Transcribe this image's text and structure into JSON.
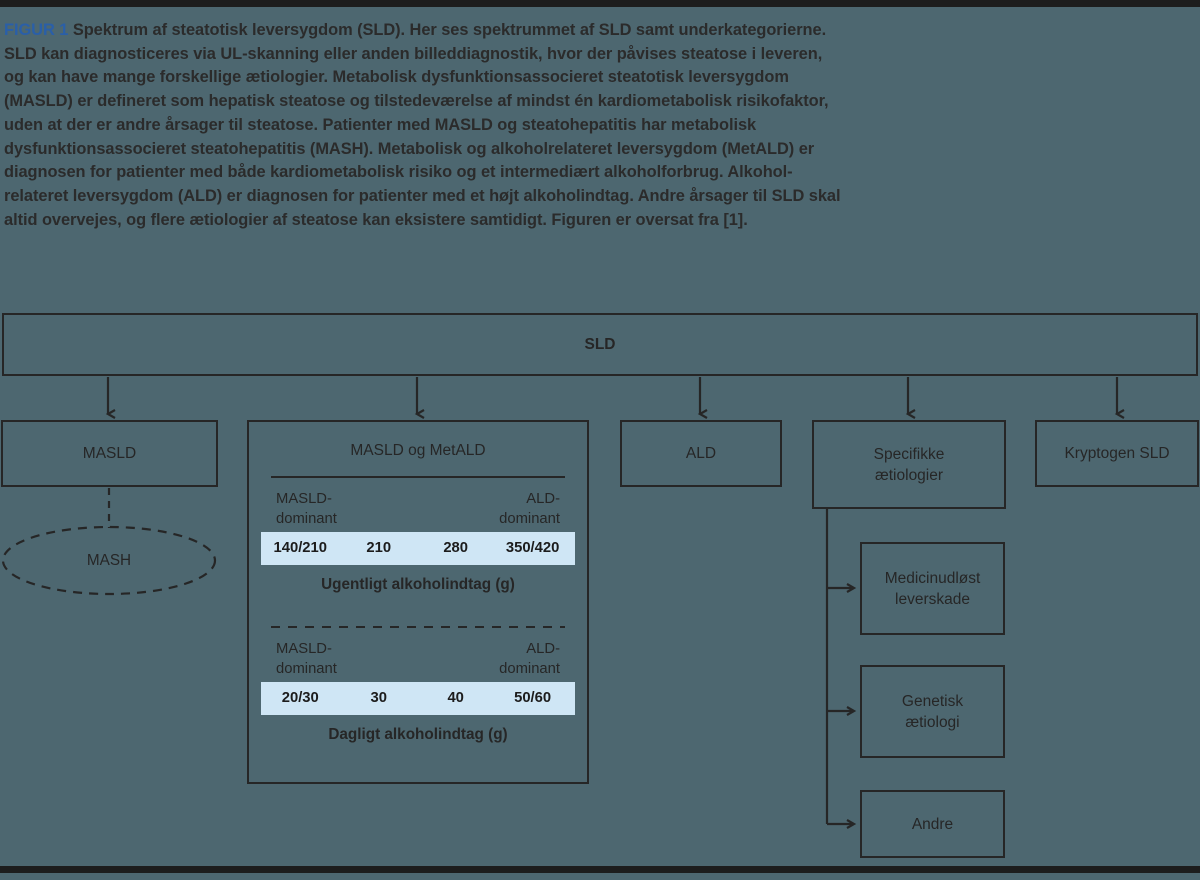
{
  "caption": {
    "figure_label": "FIGUR 1",
    "text": " Spektrum af steatotisk leversygdom (SLD). Her ses spektrummet af SLD samt underkategorierne. SLD kan diagnosticeres via UL-skanning eller anden billeddiagnostik, hvor der påvises steatose i leveren, og kan have mange forskellige ætiologier. Metabolisk dysfunktionsassocieret steatotisk leversygdom (MASLD) er defineret som hepatisk steatose og tilstedeværelse af mindst én kardiometabolisk risikofaktor, uden at der er andre årsager til steatose. Patienter med MASLD og steatohepatitis har metabolisk dysfunktionsassocieret steatohepatitis (MASH). Metabolisk og alkoholrelateret leversygdom (MetALD) er diagnosen for patienter med både kardiometabolisk risiko og et intermediært alkoholforbrug. Alkohol-relateret leversygdom (ALD) er diagnosen for patienter med et højt alkoholindtag. Andre årsager til SLD skal altid overvejes, og flere ætiologier af steatose kan eksistere samtidigt. Figuren er oversat fra [1]."
  },
  "diagram": {
    "root": {
      "label": "SLD"
    },
    "branches": {
      "masld": {
        "label": "MASLD"
      },
      "mash": {
        "label": "MASH"
      },
      "metald": {
        "label": "MASLD og MetALD"
      },
      "ald": {
        "label": "ALD"
      },
      "specific": {
        "label": "Specifikke\nætiologier",
        "line1": "Specifikke",
        "line2": "ætiologier"
      },
      "cryptogenic": {
        "label": "Kryptogen SLD"
      }
    },
    "specific_children": [
      {
        "line1": "Medicinudløst",
        "line2": "leverskade"
      },
      {
        "line1": "Genetisk",
        "line2": "ætiologi"
      },
      {
        "line1": "Andre",
        "line2": ""
      }
    ],
    "scales": [
      {
        "left_end_line1": "MASLD-",
        "left_end_line2": "dominant",
        "right_end_line1": "ALD-",
        "right_end_line2": "dominant",
        "ticks": [
          "140/210",
          "210",
          "280",
          "350/420"
        ],
        "caption": "Ugentligt alkoholindtag (g)"
      },
      {
        "left_end_line1": "MASLD-",
        "left_end_line2": "dominant",
        "right_end_line1": "ALD-",
        "right_end_line2": "dominant",
        "ticks": [
          "20/30",
          "30",
          "40",
          "50/60"
        ],
        "caption": "Dagligt alkoholindtag (g)"
      }
    ]
  },
  "colors": {
    "background": "#4d6770",
    "ink": "#262626",
    "figure_accent": "#2a5fa8",
    "scale_bar": "#cfe6f5",
    "frame": "#1d1d1d"
  }
}
